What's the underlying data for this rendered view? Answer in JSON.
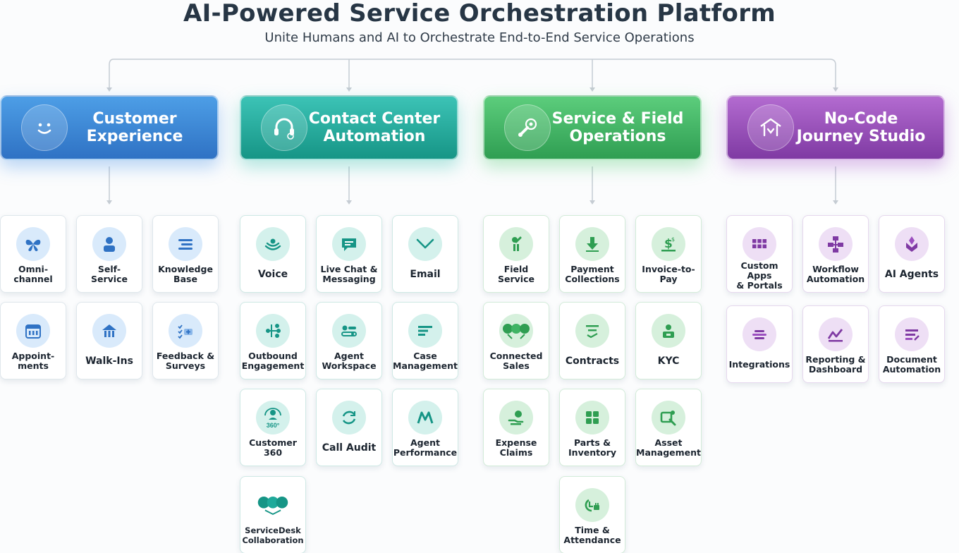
{
  "header": {
    "title": "AI-Powered Service Orchestration Platform",
    "subtitle": "Unite Humans and AI to Orchestrate End-to-End Service Operations"
  },
  "colors": {
    "blue": "#3a86d6",
    "teal": "#1fa99a",
    "green": "#3fb464",
    "purple": "#9b4fbf",
    "connector": "#c5ccd3"
  },
  "pillars": [
    {
      "label": "Customer\nExperience",
      "icon": "smiley-face-icon",
      "items": [
        {
          "label": "Omni-\nchannel",
          "icon": "butterfly-icon"
        },
        {
          "label": "Self-\nService",
          "icon": "person-icon"
        },
        {
          "label": "Knowledge\nBase",
          "icon": "knowledge-list-icon"
        },
        {
          "label": "Appoint-\nments",
          "icon": "calendar-icon"
        },
        {
          "label": "Walk-Ins",
          "icon": "store-icon"
        },
        {
          "label": "Feedback &\nSurveys",
          "icon": "checklist-icon"
        }
      ]
    },
    {
      "label": "Contact Center\nAutomation",
      "icon": "headset-icon",
      "items": [
        {
          "label": "Voice",
          "icon": "voice-waves-icon"
        },
        {
          "label": "Live Chat &\nMessaging",
          "icon": "chat-bubble-icon"
        },
        {
          "label": "Email",
          "icon": "email-chevron-icon"
        },
        {
          "label": "Outbound\nEngagement",
          "icon": "network-nodes-icon"
        },
        {
          "label": "Agent\nWorkspace",
          "icon": "workspace-toggle-icon"
        },
        {
          "label": "Case\nManagement",
          "icon": "case-lines-icon"
        },
        {
          "label": "Customer\n360",
          "icon": "customer-360-icon",
          "badge": "360°"
        },
        {
          "label": "Call Audit",
          "icon": "refresh-cycle-icon"
        },
        {
          "label": "Agent\nPerformance",
          "icon": "performance-m-icon"
        },
        {
          "label": "ServiceDesk\nCollaboration",
          "icon": "people-link-icon"
        }
      ]
    },
    {
      "label": "Service & Field\nOperations",
      "icon": "wrench-gear-icon",
      "items": [
        {
          "label": "Field\nService",
          "icon": "technician-icon"
        },
        {
          "label": "Payment\nCollections",
          "icon": "download-arrow-icon"
        },
        {
          "label": "Invoice-to-\nPay",
          "icon": "dollar-icon"
        },
        {
          "label": "Connected\nSales",
          "icon": "connected-people-icon"
        },
        {
          "label": "Contracts",
          "icon": "contract-doc-icon"
        },
        {
          "label": "KYC",
          "icon": "id-person-icon"
        },
        {
          "label": "Expense\nClaims",
          "icon": "expense-hand-icon"
        },
        {
          "label": "Parts &\nInventory",
          "icon": "grid-blocks-icon"
        },
        {
          "label": "Asset\nManagement",
          "icon": "asset-search-icon"
        },
        {
          "label": "Time &\nAttendance",
          "icon": "clock-icon"
        }
      ]
    },
    {
      "label": "No-Code\nJourney Studio",
      "icon": "journey-house-icon",
      "items": [
        {
          "label": "Custom Apps\n& Portals",
          "icon": "apps-grid-icon"
        },
        {
          "label": "Workflow\nAutomation",
          "icon": "workflow-icon"
        },
        {
          "label": "AI Agents",
          "icon": "ai-agent-icon"
        },
        {
          "label": "Integrations",
          "icon": "integration-bars-icon"
        },
        {
          "label": "Reporting &\nDashboard",
          "icon": "chart-line-icon"
        },
        {
          "label": "Document\nAutomation",
          "icon": "document-lines-icon"
        }
      ]
    }
  ]
}
